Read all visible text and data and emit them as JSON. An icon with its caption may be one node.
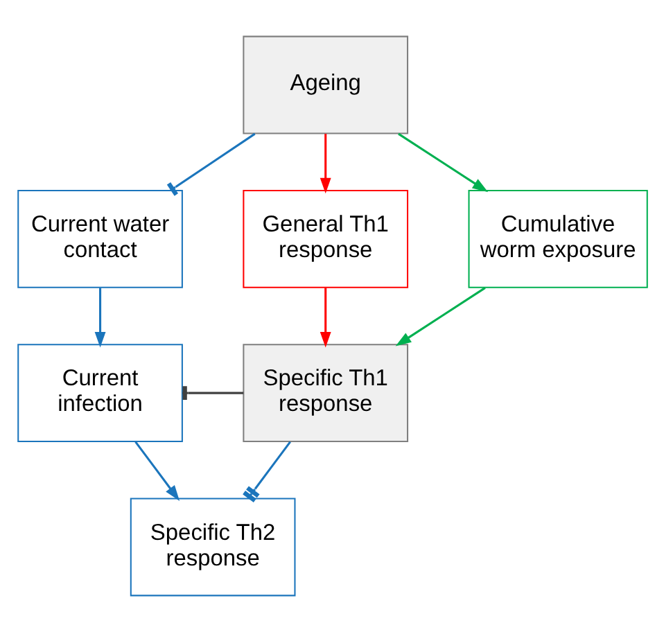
{
  "diagram": {
    "nodes": [
      {
        "text": [
          "Ageing"
        ]
      },
      {
        "text": [
          "Current water contact"
        ]
      },
      {
        "text": [
          "General Th1 response"
        ]
      },
      {
        "text": [
          "Cumulative worm exposure"
        ]
      },
      {
        "text": [
          "Current infection"
        ]
      },
      {
        "text": [
          "Specific Th1 response"
        ]
      },
      {
        "text": [
          "Specific Th2 response"
        ]
      }
    ],
    "edges": [
      {
        "from": 0,
        "to": 1,
        "arrow": "other",
        "color": "#1b75bc"
      },
      {
        "from": 0,
        "to": 2,
        "arrow": "to",
        "color": "#ff0000"
      },
      {
        "from": 0,
        "to": 3,
        "arrow": "to",
        "color": "#00b050"
      },
      {
        "from": 1,
        "to": 4,
        "arrow": "to",
        "color": "#1b75bc"
      },
      {
        "from": 2,
        "to": 5,
        "arrow": "to",
        "color": "#ff0000"
      },
      {
        "from": 3,
        "to": 5,
        "arrow": "to",
        "color": "#00b050"
      },
      {
        "from": 4,
        "to": 5,
        "arrow": "other",
        "color": "#404040"
      },
      {
        "from": 5,
        "to": 6,
        "arrow": "other",
        "color": "#1b75bc"
      },
      {
        "from": 4,
        "to": 6,
        "arrow": "to",
        "color": "#1b75bc"
      }
    ]
  }
}
